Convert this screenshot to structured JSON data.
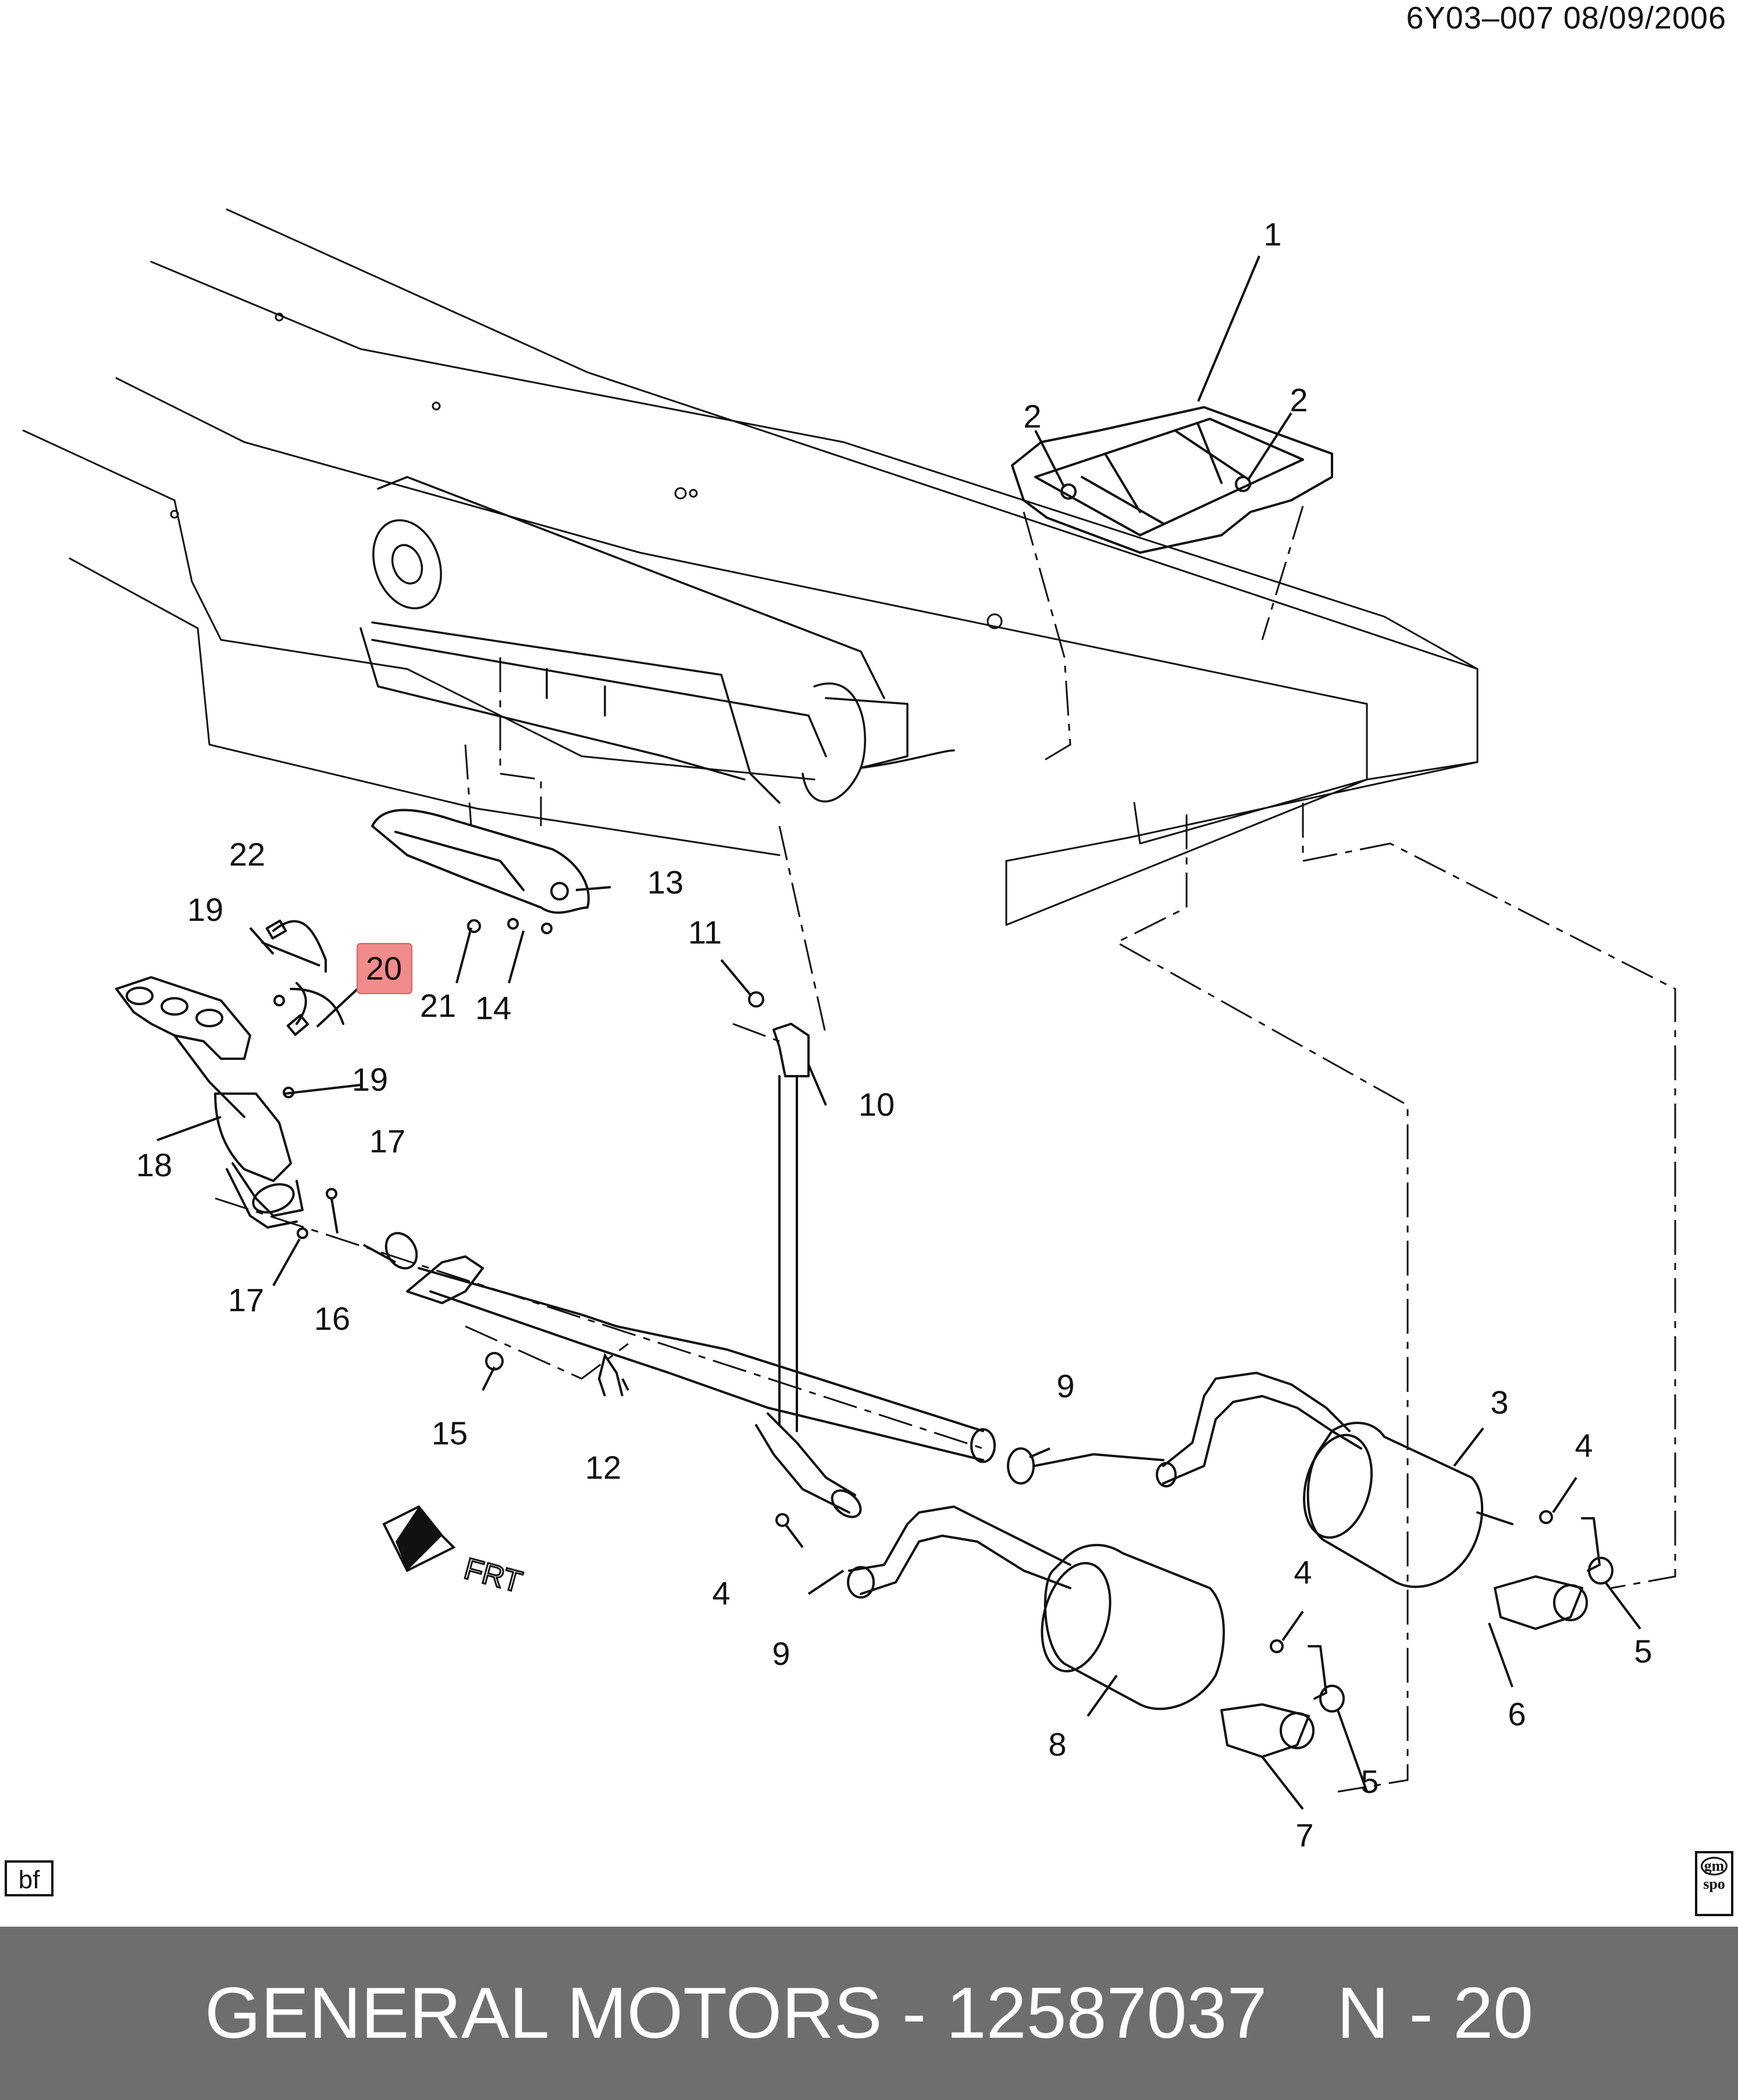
{
  "header": {
    "code_date": "6Y03–007  08/09/2006"
  },
  "diagram": {
    "highlight_color": "#f28b8b",
    "highlighted_part": "20",
    "callouts": [
      "1",
      "2",
      "2",
      "3",
      "4",
      "4",
      "4",
      "5",
      "5",
      "6",
      "7",
      "8",
      "9",
      "9",
      "10",
      "11",
      "12",
      "13",
      "14",
      "15",
      "16",
      "17",
      "17",
      "18",
      "19",
      "19",
      "20",
      "21",
      "22"
    ],
    "front_indicator_text": "FRT"
  },
  "corner_marks": {
    "left_box": "bf",
    "right_logo_top": "gm",
    "right_logo_bottom": "spo"
  },
  "footer": {
    "brand": "GENERAL MOTORS",
    "separator": "-",
    "part_number": "12587037",
    "ref": "N - 20"
  }
}
